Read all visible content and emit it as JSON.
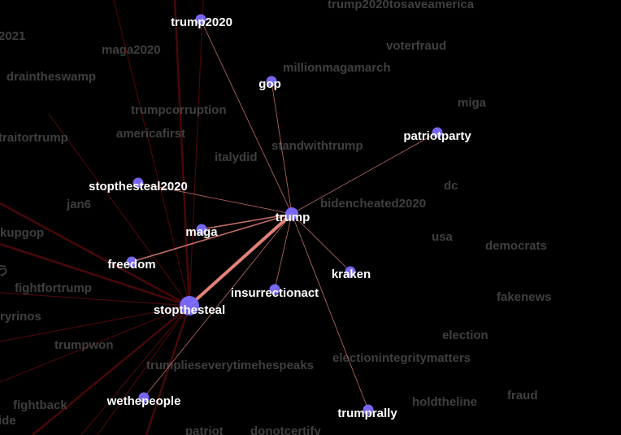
{
  "graph": {
    "center": "trump",
    "colors": {
      "background": "#000000",
      "node": "#7b6cff",
      "edge": "#f08a80",
      "label": "#ffffff",
      "faded_label": "#555555"
    },
    "nodes": [
      {
        "id": "trump",
        "label": "trump",
        "size": "medium",
        "highlighted": true
      },
      {
        "id": "trump2020",
        "label": "trump2020",
        "highlighted": true
      },
      {
        "id": "gop",
        "label": "gop",
        "highlighted": true
      },
      {
        "id": "patriotparty",
        "label": "patriotparty",
        "highlighted": true
      },
      {
        "id": "stopthesteal2020",
        "label": "stopthesteal2020",
        "highlighted": true
      },
      {
        "id": "maga",
        "label": "maga",
        "highlighted": true
      },
      {
        "id": "freedom",
        "label": "freedom",
        "highlighted": true
      },
      {
        "id": "kraken",
        "label": "kraken",
        "highlighted": true
      },
      {
        "id": "insurrectionact",
        "label": "insurrectionact",
        "highlighted": true
      },
      {
        "id": "stopthesteal",
        "label": "stopthesteal",
        "size": "large",
        "highlighted": true
      },
      {
        "id": "wethepeople",
        "label": "wethepeople",
        "highlighted": true
      },
      {
        "id": "trumprally",
        "label": "trumprally",
        "highlighted": true
      }
    ],
    "edges": [
      {
        "source": "trump",
        "target": "stopthesteal",
        "weight": "heavy"
      },
      {
        "source": "trump",
        "target": "trump2020"
      },
      {
        "source": "trump",
        "target": "gop"
      },
      {
        "source": "trump",
        "target": "patriotparty"
      },
      {
        "source": "trump",
        "target": "stopthesteal2020"
      },
      {
        "source": "trump",
        "target": "maga"
      },
      {
        "source": "trump",
        "target": "freedom"
      },
      {
        "source": "trump",
        "target": "kraken"
      },
      {
        "source": "trump",
        "target": "insurrectionact"
      },
      {
        "source": "trump",
        "target": "wethepeople"
      },
      {
        "source": "trump",
        "target": "trumprally"
      }
    ],
    "faded_labels": [
      "trump2020tosaveamerica",
      "2021",
      "maga2020",
      "voterfraud",
      "millionmagamarch",
      "draintheswamp",
      "miga",
      "trumpcorruption",
      "americafirst",
      "traitortrump",
      "standwithtrump",
      "italydid",
      "dc",
      "jan6",
      "bidencheated2020",
      "kupgop",
      "usa",
      "democrats",
      "fightfortrump",
      "fakenews",
      "ryrinos",
      "election",
      "trumpwon",
      "electionintegritymatters",
      "trumplieseverytimehespeaks",
      "fraud",
      "holdtheline",
      "fightback",
      "ide",
      "patriot",
      "donotcertify",
      "う"
    ]
  }
}
